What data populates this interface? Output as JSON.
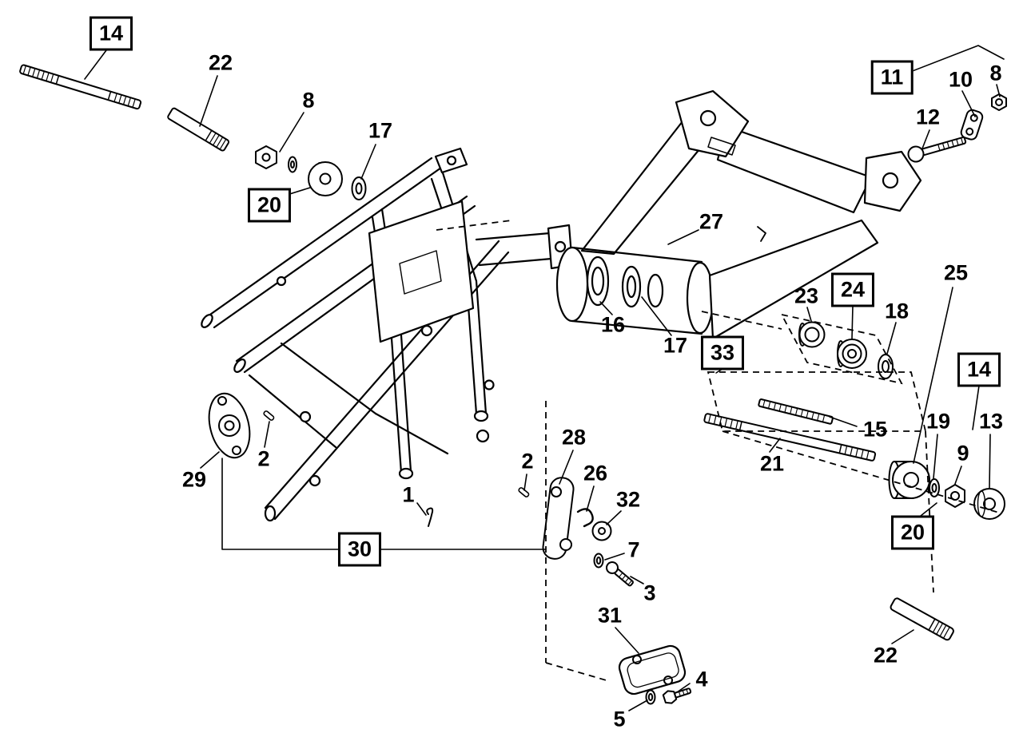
{
  "diagram": {
    "type": "exploded-parts-diagram",
    "description": "Black-and-white exploded-view line diagram of a motorcycle rear frame and swingarm assembly with numbered part callouts, leader lines and dashed assembly axes",
    "colors": {
      "ink": "#000000",
      "background": "#ffffff"
    },
    "callouts": [
      {
        "label": "14",
        "boxed": true
      },
      {
        "label": "22",
        "boxed": false
      },
      {
        "label": "8",
        "boxed": false
      },
      {
        "label": "17",
        "boxed": false
      },
      {
        "label": "20",
        "boxed": true
      },
      {
        "label": "11",
        "boxed": true
      },
      {
        "label": "10",
        "boxed": false
      },
      {
        "label": "8",
        "boxed": false
      },
      {
        "label": "12",
        "boxed": false
      },
      {
        "label": "27",
        "boxed": false
      },
      {
        "label": "23",
        "boxed": false
      },
      {
        "label": "24",
        "boxed": true
      },
      {
        "label": "18",
        "boxed": false
      },
      {
        "label": "25",
        "boxed": false
      },
      {
        "label": "16",
        "boxed": false
      },
      {
        "label": "17",
        "boxed": false
      },
      {
        "label": "33",
        "boxed": true
      },
      {
        "label": "14",
        "boxed": true
      },
      {
        "label": "15",
        "boxed": false
      },
      {
        "label": "19",
        "boxed": false
      },
      {
        "label": "9",
        "boxed": false
      },
      {
        "label": "13",
        "boxed": false
      },
      {
        "label": "21",
        "boxed": false
      },
      {
        "label": "2",
        "boxed": false
      },
      {
        "label": "29",
        "boxed": false
      },
      {
        "label": "28",
        "boxed": false
      },
      {
        "label": "2",
        "boxed": false
      },
      {
        "label": "26",
        "boxed": false
      },
      {
        "label": "32",
        "boxed": false
      },
      {
        "label": "1",
        "boxed": false
      },
      {
        "label": "30",
        "boxed": true
      },
      {
        "label": "20",
        "boxed": true
      },
      {
        "label": "7",
        "boxed": false
      },
      {
        "label": "3",
        "boxed": false
      },
      {
        "label": "31",
        "boxed": false
      },
      {
        "label": "4",
        "boxed": false
      },
      {
        "label": "5",
        "boxed": false
      },
      {
        "label": "22",
        "boxed": false
      }
    ]
  }
}
